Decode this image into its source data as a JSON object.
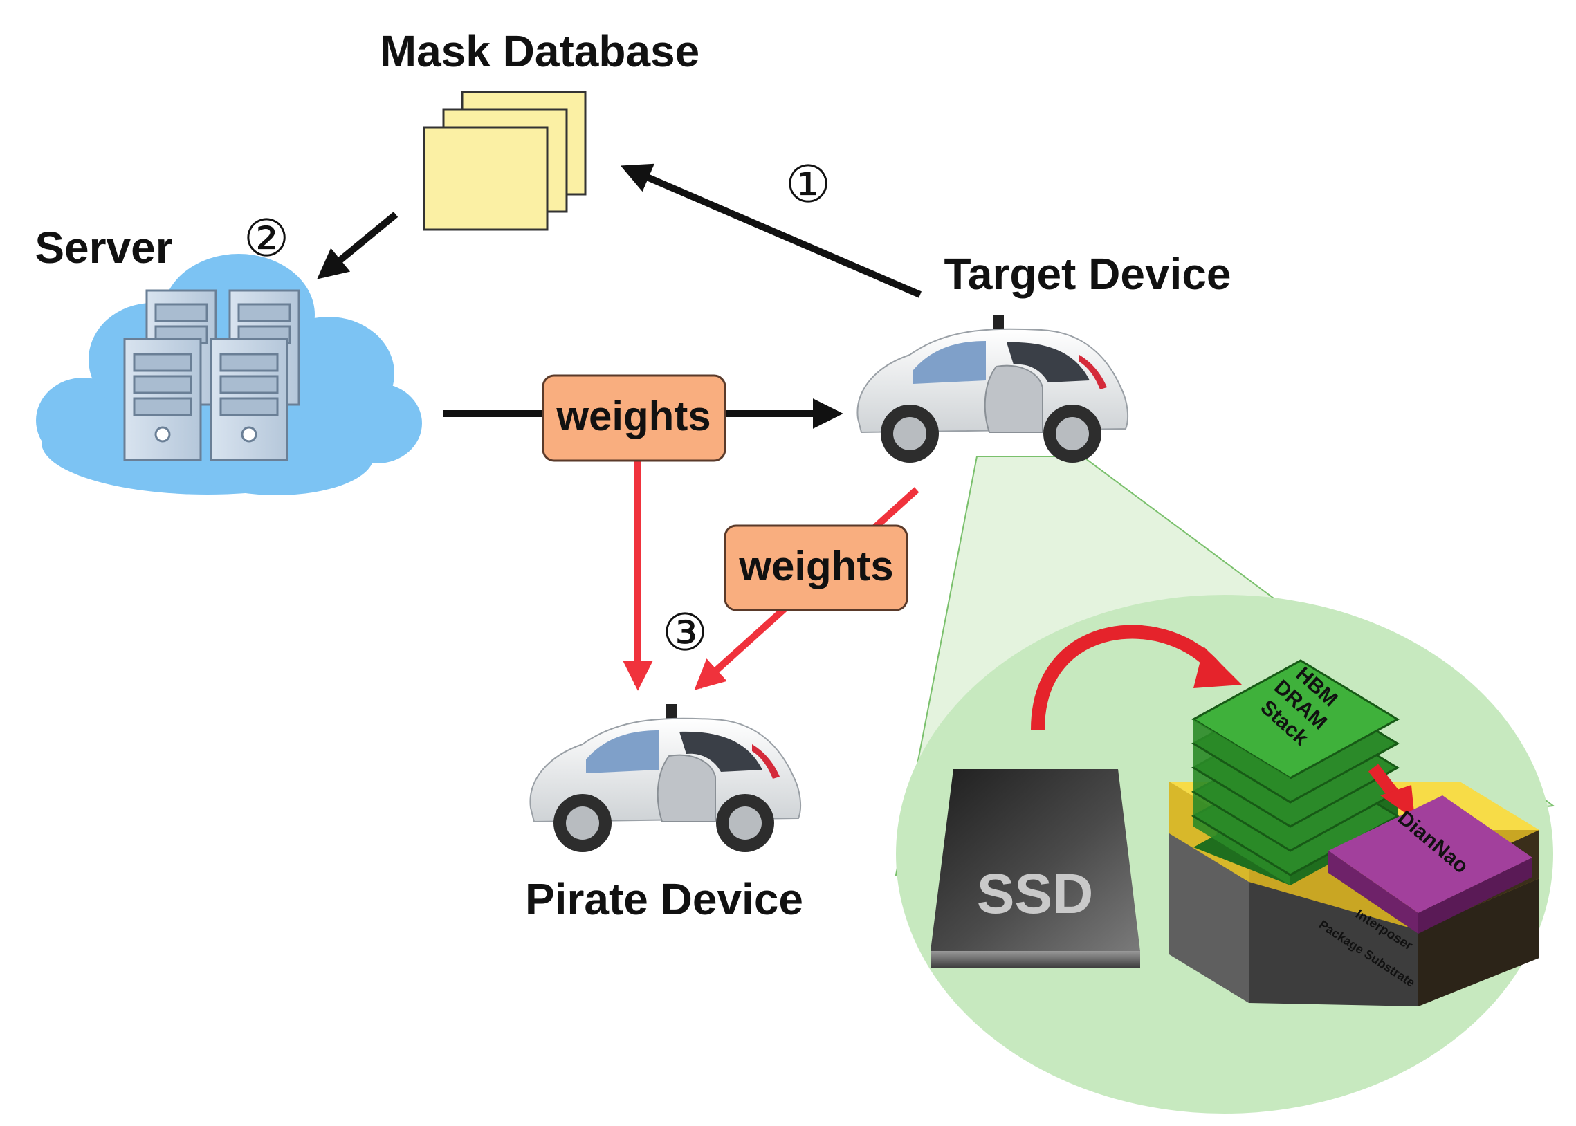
{
  "labels": {
    "mask_database": "Mask Database",
    "server": "Server",
    "target_device": "Target Device",
    "pirate_device": "Pirate Device"
  },
  "steps": {
    "one": "①",
    "two": "②",
    "three": "③"
  },
  "edges": {
    "weights_top": "weights",
    "weights_bottom": "weights"
  },
  "hardware": {
    "ssd": "SSD",
    "hbm_line1": "HBM",
    "hbm_line2": "DRAM",
    "hbm_line3": "Stack",
    "accelerator": "DianNao",
    "interposer": "Interposer",
    "substrate": "Package Substrate"
  },
  "colors": {
    "black_arrow": "#111111",
    "red_arrow": "#f0323c",
    "label_box_fill": "#f9ae7f",
    "label_box_stroke": "#5a3a2a",
    "cloud": "#7cc3f3",
    "sticky_note": "#fbf0a4",
    "zoom_fill": "#c7e9bf",
    "hbm_green": "#39a636",
    "diannao_purple": "#8a2f86",
    "interposer_gold": "#f0d040"
  }
}
